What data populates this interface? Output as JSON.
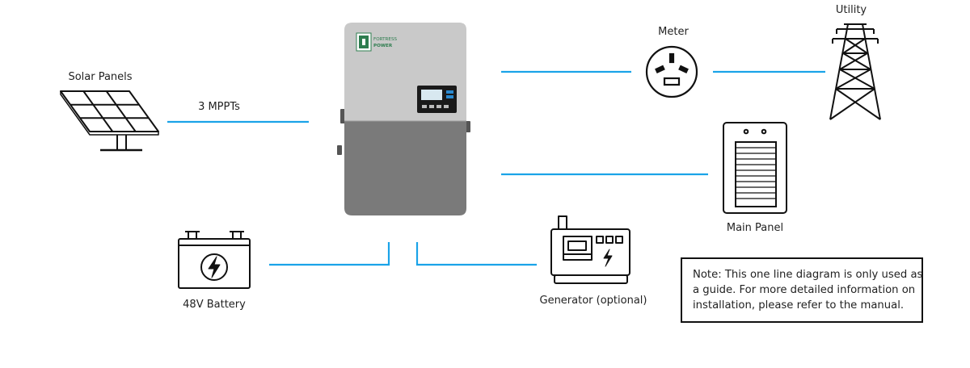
{
  "labels": {
    "solar_panels": "Solar Panels",
    "mppts": "3 MPPTs",
    "meter": "Meter",
    "utility": "Utility",
    "main_panel": "Main Panel",
    "battery": "48V Battery",
    "generator": "Generator (optional)"
  },
  "inverter": {
    "brand_line1": "FORTRESS",
    "brand_line2": "POWER"
  },
  "note": {
    "lines": [
      "Note: This one line diagram is only used as",
      "a guide. For more detailed information on",
      "installation, please refer to the manual."
    ]
  },
  "icons": {
    "solar": "solar-panel-icon",
    "inverter": "inverter-icon",
    "meter": "meter-icon",
    "utility": "transmission-tower-icon",
    "main_panel": "electrical-panel-icon",
    "battery": "battery-icon",
    "generator": "generator-icon"
  },
  "colors": {
    "connector": "#1aa3e8",
    "inverter_top": "#c9c9c9",
    "inverter_bottom": "#7a7a7a",
    "brand_green": "#2e7d4f"
  }
}
